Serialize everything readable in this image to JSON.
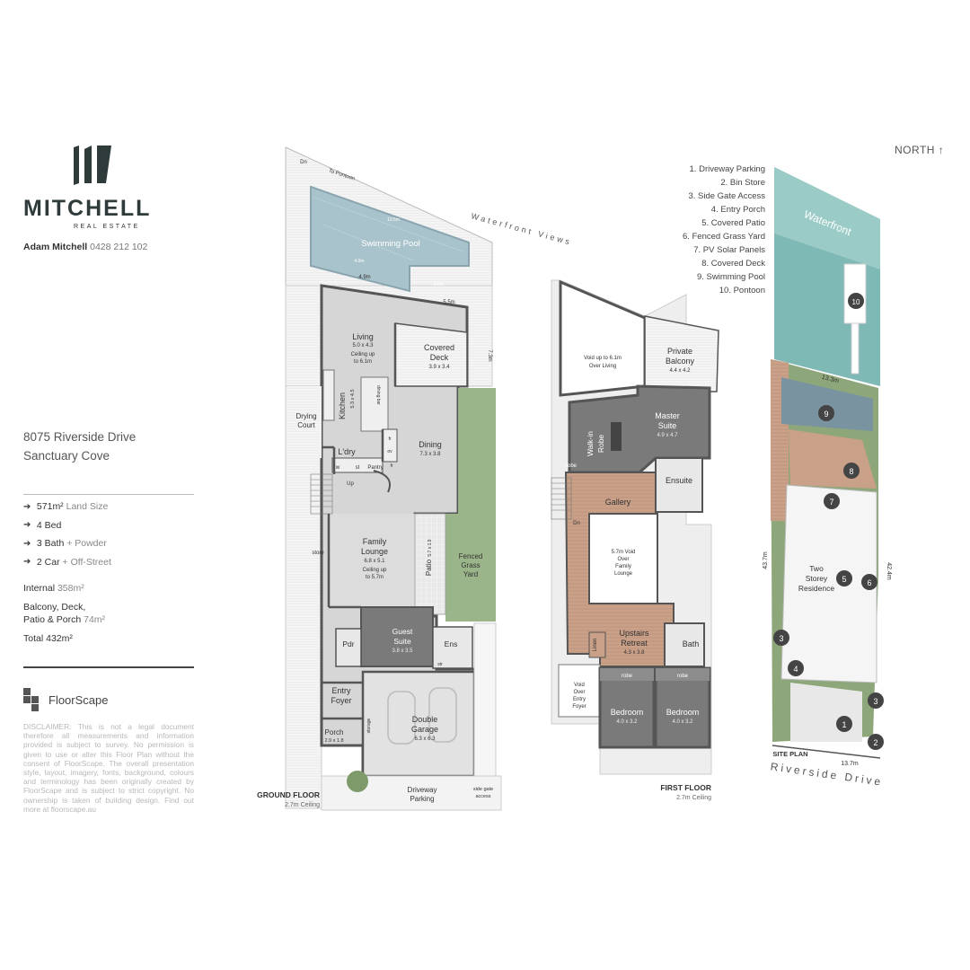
{
  "brand": {
    "name": "MITCHELL",
    "subtitle": "REAL ESTATE"
  },
  "agent": {
    "name": "Adam Mitchell",
    "phone": "0428 212 102"
  },
  "address": {
    "line1": "8075 Riverside Drive",
    "line2": "Sanctuary Cove"
  },
  "specs": [
    {
      "value": "571m²",
      "label": "Land Size"
    },
    {
      "value": "4 Bed",
      "label": ""
    },
    {
      "value": "3 Bath",
      "label": "+ Powder"
    },
    {
      "value": "2 Car",
      "label": "+ Off-Street"
    }
  ],
  "areas": {
    "internal_label": "Internal",
    "internal_value": "358m²",
    "outdoor_label_1": "Balcony, Deck,",
    "outdoor_label_2": "Patio & Porch",
    "outdoor_value": "74m²",
    "total_label": "Total",
    "total_value": "432m²"
  },
  "floorscape": {
    "name": "FloorScape"
  },
  "disclaimer": "DISCLAIMER: This is not a legal document therefore all measurements and information provided is subject to survey. No permission is given to use or alter this Floor Plan without the consent of FloorScape. The overall presentation style, layout, imagery, fonts, background, colours and terminology has been originally created by FloorScape and is subject to strict copyright. No ownership is taken of building design. Find out more at floorscape.au",
  "north": "NORTH ↑",
  "legend": [
    "1. Driveway Parking",
    "2. Bin Store",
    "3. Side Gate Access",
    "4. Entry Porch",
    "5. Covered Patio",
    "6. Fenced Grass Yard",
    "7. PV Solar Panels",
    "8. Covered Deck",
    "9. Swimming Pool",
    "10. Pontoon"
  ],
  "labels": {
    "waterfront_views": "Waterfront Views",
    "to_pontoon": "To Pontoon",
    "dn": "Dn",
    "up": "Up",
    "ground_floor": "GROUND FLOOR",
    "ground_ceiling": "2.7m Ceiling",
    "first_floor": "FIRST FLOOR",
    "first_ceiling": "2.7m Ceiling",
    "site_plan": "SITE PLAN",
    "riverside_drive": "Riverside Drive",
    "waterfront": "Waterfront",
    "two_storey": [
      "Two",
      "Storey",
      "Residence"
    ],
    "site_dims": {
      "top": "13.3m",
      "bottom": "13.7m",
      "left": "43.7m",
      "right": "42.4m"
    }
  },
  "ground_rooms": {
    "pool": {
      "name": "Swimming Pool",
      "d1": "10.5m",
      "d2": "4.0m",
      "d3": "3.6m",
      "d4": "4.5m",
      "d5": "3.5m"
    },
    "pool_dims": {
      "a": "4.9m",
      "b": "5.5m"
    },
    "living": {
      "name": "Living",
      "dims": "5.0 x 4.3",
      "note1": "Ceiling up",
      "note2": "to 6.1m"
    },
    "covered_deck": {
      "name1": "Covered",
      "name2": "Deck",
      "dims": "3.9 x 3.4",
      "side": "7.3m"
    },
    "kitchen": {
      "name": "Kitchen",
      "dims": "5.3 x 4.5",
      "bar": "dining bar"
    },
    "drying": {
      "name1": "Drying",
      "name2": "Court"
    },
    "laundry": {
      "name": "L'dry",
      "w": "w",
      "st": "st",
      "pantry": "Pantry",
      "fr": "fr",
      "ov": "ov"
    },
    "dining": {
      "name": "Dining",
      "dims": "7.3 x 3.8"
    },
    "family": {
      "name1": "Family",
      "name2": "Lounge",
      "dims": "6.8 x 5.1",
      "note1": "Ceiling up",
      "note2": "to 5.7m"
    },
    "patio": {
      "name": "Patio",
      "dims": "5.7 x 1.9"
    },
    "grass": {
      "name1": "Fenced",
      "name2": "Grass",
      "name3": "Yard"
    },
    "store": "store",
    "guest": {
      "name1": "Guest",
      "name2": "Suite",
      "dims": "3.8 x 3.5"
    },
    "pdr": "Pdr",
    "ens": "Ens",
    "robe": "robe",
    "str": "str",
    "entry": {
      "name1": "Entry",
      "name2": "Foyer"
    },
    "garage": {
      "name1": "Double",
      "name2": "Garage",
      "dims": "6.3 x 6.3"
    },
    "storage": "storage",
    "porch": {
      "name": "Porch",
      "dims": "2.9 x 1.8"
    },
    "driveway": {
      "name1": "Driveway",
      "name2": "Parking"
    },
    "side_gate": {
      "name1": "side gate",
      "name2": "access"
    }
  },
  "first_rooms": {
    "void_living": {
      "l1": "Void up to 6.1m",
      "l2": "Over Living"
    },
    "balcony": {
      "name1": "Private",
      "name2": "Balcony",
      "dims": "4.4 x 4.2"
    },
    "walkin": {
      "name1": "Walk-in",
      "name2": "Robe"
    },
    "master": {
      "name1": "Master",
      "name2": "Suite",
      "dims": "4.9 x 4.7"
    },
    "robe": "robe",
    "ensuite": "Ensuite",
    "gallery": "Gallery",
    "void_family": {
      "l1": "5.7m Void",
      "l2": "Over",
      "l3": "Family",
      "l4": "Lounge"
    },
    "retreat": {
      "name1": "Upstairs",
      "name2": "Retreat",
      "dims": "4.3 x 3.8"
    },
    "linen": "Linen",
    "bath": "Bath",
    "void_entry": {
      "l1": "Void",
      "l2": "Over",
      "l3": "Entry",
      "l4": "Foyer"
    },
    "bed1": {
      "name": "Bedroom",
      "dims": "4.0 x 3.2",
      "robe": "robe"
    },
    "bed2": {
      "name": "Bedroom",
      "dims": "4.0 x 3.2",
      "robe": "robe"
    }
  },
  "site_markers": [
    "1",
    "2",
    "3",
    "3",
    "4",
    "5",
    "6",
    "7",
    "8",
    "9",
    "10"
  ],
  "colors": {
    "pool": "#a9c3cc",
    "grass": "#9bb58a",
    "timber": "#c9a088",
    "water": "#7fb9b5",
    "wall": "#555555",
    "floor": "#d6d6d6",
    "dark_room": "#7a7a7a"
  }
}
